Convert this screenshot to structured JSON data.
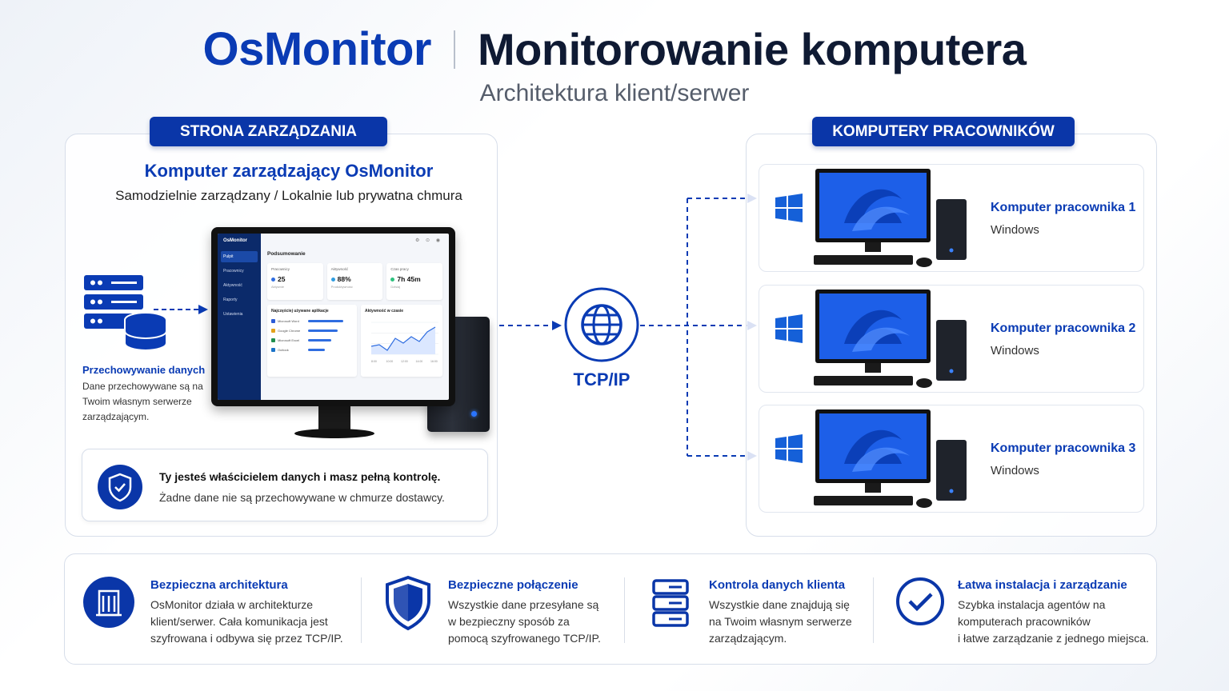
{
  "header": {
    "brand": "OsMonitor",
    "title": "Monitorowanie komputera",
    "subtitle": "Architektura klient/serwer"
  },
  "management": {
    "badge": "STRONA ZARZĄDZANIA",
    "title": "Komputer zarządzający OsMonitor",
    "subtitle": "Samodzielnie zarządzany / Lokalnie lub prywatna chmura",
    "storage": {
      "title": "Przechowywanie danych",
      "desc": "Dane przechowywane są na Twoim własnym serwerze zarządzającym."
    },
    "notice": {
      "title": "Ty jesteś właścicielem danych i masz pełną kontrolę.",
      "desc": "Żadne dane nie są przechowywane w chmurze dostawcy."
    },
    "dashboard": {
      "app_name": "OsMonitor",
      "nav": [
        "Pulpit",
        "Pracownicy",
        "Aktywność",
        "Raporty",
        "Ustawienia"
      ],
      "top_icons": "⚙ ⊙ ◉",
      "summary_title": "Podsumowanie",
      "stats": [
        {
          "label": "Pracownicy",
          "value": "25",
          "sub": "Aktywnie",
          "color": "#2f6de0"
        },
        {
          "label": "Aktywność",
          "value": "88%",
          "sub": "Produktywność",
          "color": "#2f9de0"
        },
        {
          "label": "Czas pracy",
          "value": "7h 45m",
          "sub": "Dzisiaj",
          "color": "#2ec27e"
        }
      ],
      "apps_title": "Najczęściej używane aplikacje",
      "apps": [
        {
          "name": "Microsoft Word",
          "share": 0.95,
          "color": "#2b5bd7"
        },
        {
          "name": "Google Chrome",
          "share": 0.8,
          "color": "#e3a21a"
        },
        {
          "name": "Microsoft Excel",
          "share": 0.62,
          "color": "#1f8f4e"
        },
        {
          "name": "Outlook",
          "share": 0.45,
          "color": "#1a73c9"
        }
      ],
      "activity_title": "Aktywność w czasie",
      "activity": [
        30,
        28,
        35,
        20,
        26,
        18,
        24,
        12,
        6
      ],
      "activity_x": [
        "8:00",
        "10:00",
        "12:00",
        "14:00",
        "16:00"
      ]
    }
  },
  "connection": {
    "label": "TCP/IP",
    "icon": "globe-icon"
  },
  "employees": {
    "badge": "KOMPUTERY PRACOWNIKÓW",
    "items": [
      {
        "title": "Komputer pracownika 1",
        "os": "Windows"
      },
      {
        "title": "Komputer pracownika 2",
        "os": "Windows"
      },
      {
        "title": "Komputer pracownika 3",
        "os": "Windows"
      }
    ]
  },
  "features": [
    {
      "icon": "building-icon",
      "title": "Bezpieczna architektura",
      "desc": "OsMonitor działa w architekturze\nklient/serwer. Cała komunikacja jest\nszyfrowana i odbywa się przez TCP/IP."
    },
    {
      "icon": "shield-icon",
      "title": "Bezpieczne połączenie",
      "desc": "Wszystkie dane przesyłane są\nw bezpieczny sposób za\npomocą szyfrowanego TCP/IP."
    },
    {
      "icon": "server-icon",
      "title": "Kontrola danych klienta",
      "desc": "Wszystkie dane znajdują się\nna Twoim własnym serwerze\nzarządzającym."
    },
    {
      "icon": "check-circle-icon",
      "title": "Łatwa instalacja i zarządzanie",
      "desc": "Szybka instalacja agentów na\nkomputerach pracowników\ni łatwe zarządzanie z jednego miejsca."
    }
  ],
  "colors": {
    "brand": "#0a3bb4",
    "badge": "#0a36a8"
  }
}
